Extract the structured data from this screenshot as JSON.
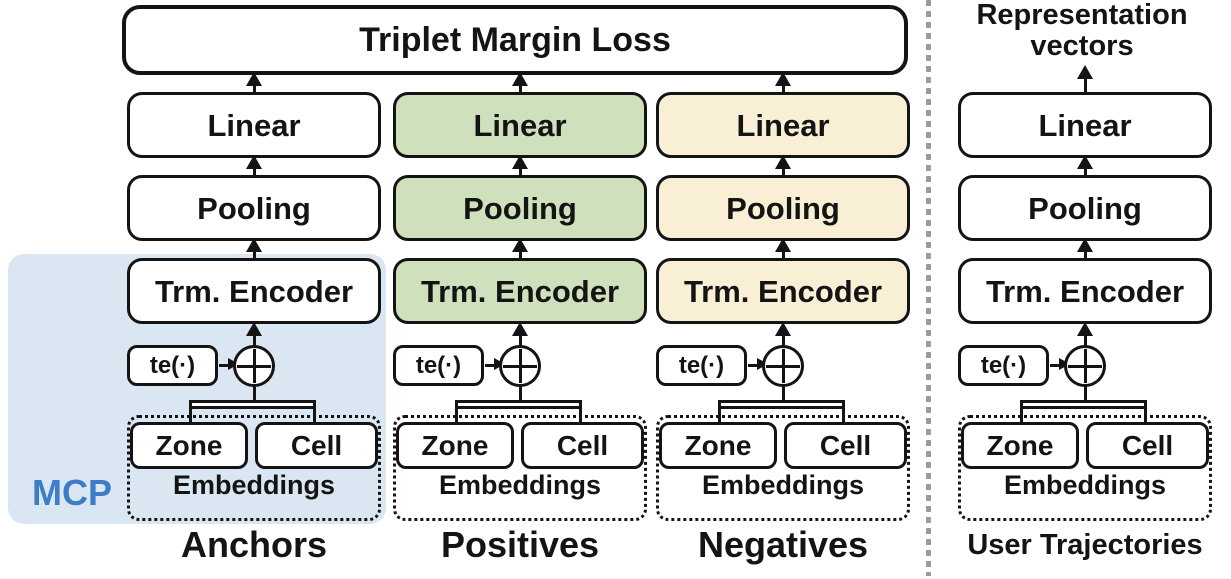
{
  "diagram": {
    "loss_label": "Triplet Margin Loss",
    "representation_label": {
      "line1": "Representation",
      "line2": "vectors"
    },
    "mcp_label": "MCP",
    "columns": [
      {
        "key": "anchors",
        "label": "Anchors",
        "linear": "Linear",
        "pooling": "Pooling",
        "encoder": "Trm. Encoder",
        "te": "te(·)",
        "zone": "Zone",
        "cell": "Cell",
        "embeddings": "Embeddings"
      },
      {
        "key": "positives",
        "label": "Positives",
        "linear": "Linear",
        "pooling": "Pooling",
        "encoder": "Trm. Encoder",
        "te": "te(·)",
        "zone": "Zone",
        "cell": "Cell",
        "embeddings": "Embeddings"
      },
      {
        "key": "negatives",
        "label": "Negatives",
        "linear": "Linear",
        "pooling": "Pooling",
        "encoder": "Trm. Encoder",
        "te": "te(·)",
        "zone": "Zone",
        "cell": "Cell",
        "embeddings": "Embeddings"
      },
      {
        "key": "user_trajectories",
        "label": "User Trajectories",
        "linear": "Linear",
        "pooling": "Pooling",
        "encoder": "Trm. Encoder",
        "te": "te(·)",
        "zone": "Zone",
        "cell": "Cell",
        "embeddings": "Embeddings"
      }
    ],
    "colors": {
      "anchors_fill": "#ffffff",
      "positives_fill": "#cfe0bd",
      "negatives_fill": "#f8efd4",
      "user_trajectories_fill": "#ffffff",
      "mcp_background": "#dbe6f3",
      "mcp_text": "#3d7cc6",
      "divider_gray": "#9b9b9b",
      "line_black": "#141414"
    },
    "icons": {
      "oplus": "⊕",
      "arrow_up": "▲",
      "arrow_right": "►"
    }
  }
}
